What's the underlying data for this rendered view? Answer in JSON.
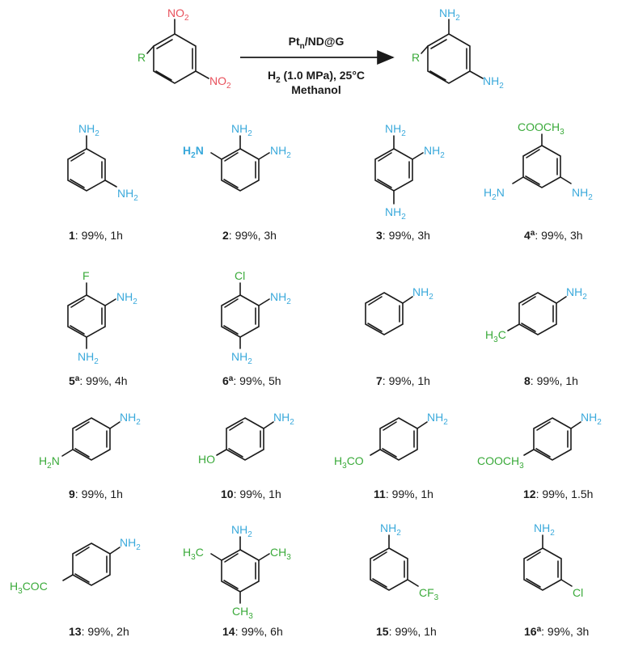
{
  "reaction": {
    "reactant": {
      "r_label": "R",
      "nitro_top": "NO",
      "nitro_top_sub": "2",
      "nitro_bottom": "NO",
      "nitro_bottom_sub": "2"
    },
    "catalyst": {
      "main": "Pt",
      "sub": "n",
      "rest": "/ND@G"
    },
    "conditions_line1": {
      "pre": "H",
      "sub": "2",
      "post": " (1.0 MPa), 25°C"
    },
    "conditions_line2": "Methanol",
    "product": {
      "r_label": "R",
      "amine_top": "NH",
      "amine_top_sub": "2",
      "amine_bottom": "NH",
      "amine_bottom_sub": "2"
    }
  },
  "colors": {
    "amine": "#3aa9db",
    "substituent": "#3aaa3a",
    "nitro": "#e8505b",
    "bond": "#1a1a1a"
  },
  "compounds": [
    {
      "id": "1",
      "sup": "",
      "result": ": 99%, 1h"
    },
    {
      "id": "2",
      "sup": "",
      "result": ": 99%, 3h"
    },
    {
      "id": "3",
      "sup": "",
      "result": ": 99%, 3h"
    },
    {
      "id": "4",
      "sup": "a",
      "result": ": 99%, 3h"
    },
    {
      "id": "5",
      "sup": "a",
      "result": ": 99%, 4h"
    },
    {
      "id": "6",
      "sup": "a",
      "result": ": 99%, 5h"
    },
    {
      "id": "7",
      "sup": "",
      "result": ": 99%, 1h"
    },
    {
      "id": "8",
      "sup": "",
      "result": ": 99%, 1h"
    },
    {
      "id": "9",
      "sup": "",
      "result": ": 99%, 1h"
    },
    {
      "id": "10",
      "sup": "",
      "result": ": 99%, 1h"
    },
    {
      "id": "11",
      "sup": "",
      "result": ": 99%, 1h"
    },
    {
      "id": "12",
      "sup": "",
      "result": ": 99%, 1.5h"
    },
    {
      "id": "13",
      "sup": "",
      "result": ": 99%, 2h"
    },
    {
      "id": "14",
      "sup": "",
      "result": ": 99%, 6h"
    },
    {
      "id": "15",
      "sup": "",
      "result": ": 99%, 1h"
    },
    {
      "id": "16",
      "sup": "a",
      "result": ": 99%, 3h"
    }
  ],
  "groups": {
    "nh": "NH",
    "nh_sub": "2",
    "h2n_h": "H",
    "h2n_sub": "2",
    "h2n_n": "N",
    "cooch3": "COOCH",
    "cooch3_sub": "3",
    "f": "F",
    "cl": "Cl",
    "h3c_h": "H",
    "h3c_sub": "3",
    "h3c_c": "C",
    "ho": "HO",
    "h3co": "CO",
    "ch3": "CH",
    "ch3_sub": "3",
    "coch3_12": "COOCH",
    "coch3_12_sub": "3",
    "h3coc": "COC",
    "cf3": "CF",
    "cf3_sub": "3"
  }
}
